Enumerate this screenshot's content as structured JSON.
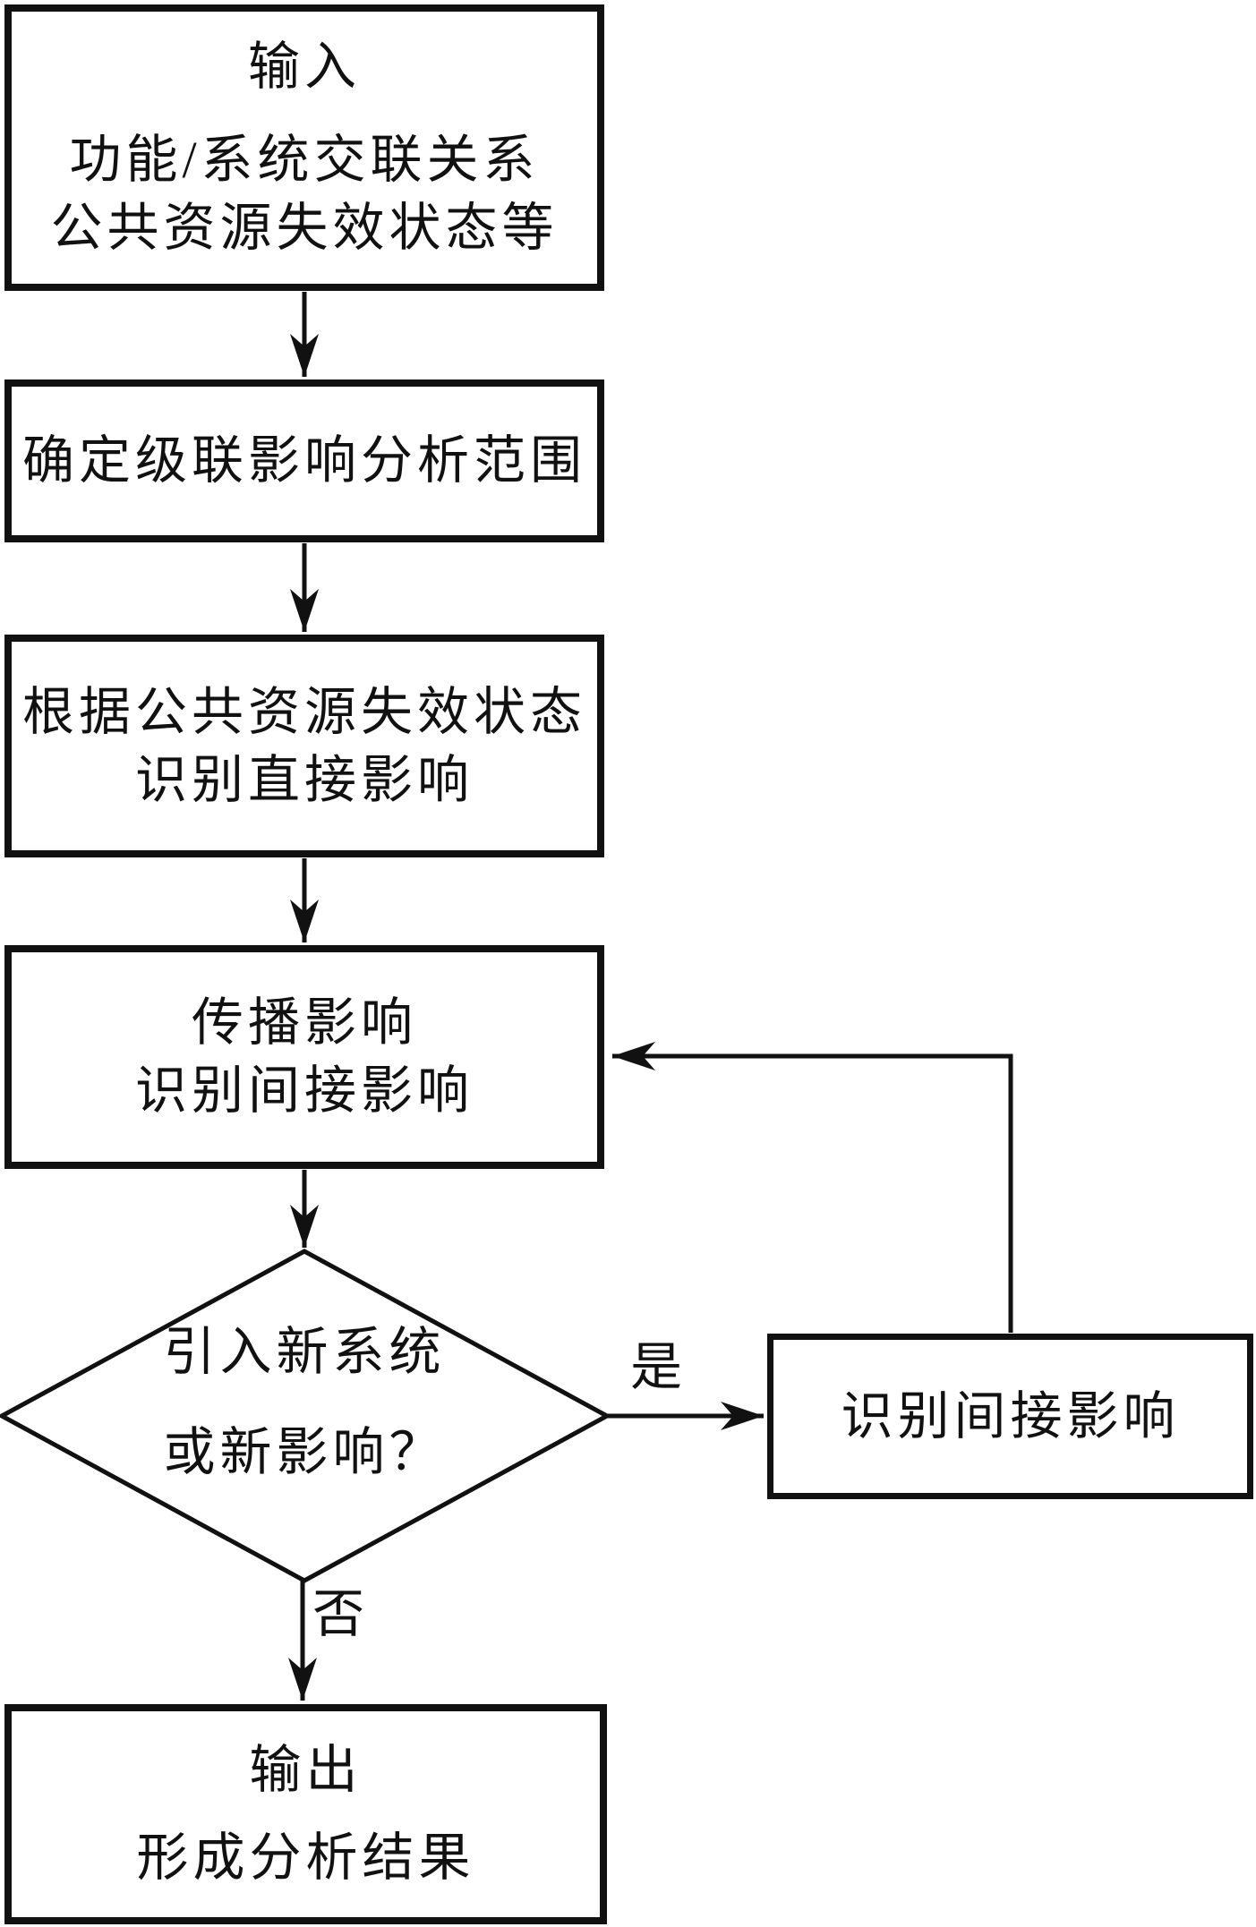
{
  "canvas": {
    "background": "#ffffff",
    "ink": "#111111"
  },
  "nodes": {
    "input": {
      "title": "输入",
      "lines": [
        "功能/系统交联关系",
        "公共资源失效状态等"
      ]
    },
    "scope": {
      "label": "确定级联影响分析范围"
    },
    "direct": {
      "lines": [
        "根据公共资源失效状态",
        "识别直接影响"
      ]
    },
    "propagate": {
      "lines": [
        "传播影响",
        "识别间接影响"
      ]
    },
    "decision": {
      "lines": [
        "引入新系统",
        "或新影响？"
      ]
    },
    "indirect": {
      "label": "识别间接影响"
    },
    "output": {
      "title": "输出",
      "lines": [
        "形成分析结果"
      ]
    }
  },
  "edges": {
    "yes_label": "是",
    "no_label": "否"
  }
}
